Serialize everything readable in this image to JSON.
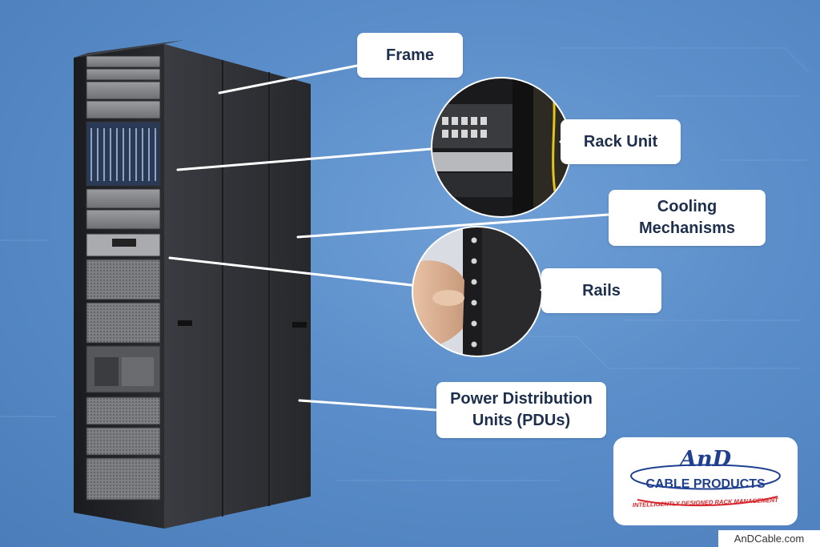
{
  "labels": {
    "frame": "Frame",
    "rack_unit": "Rack Unit",
    "cooling_line1": "Cooling",
    "cooling_line2": "Mechanisms",
    "rails": "Rails",
    "pdu_line1": "Power Distribution",
    "pdu_line2": "Units (PDUs)"
  },
  "logo": {
    "brand": "AnD",
    "name": "CABLE PRODUCTS",
    "tagline": "INTELLIGENTLY DESIGNED RACK MANAGEMENT"
  },
  "site": "AnDCable.com",
  "colors": {
    "background": "#5a8dc9",
    "rack": "#2b2d31",
    "label_text": "#1d2f4c",
    "logo_blue": "#1f3f8f",
    "logo_red": "#d6262b"
  }
}
